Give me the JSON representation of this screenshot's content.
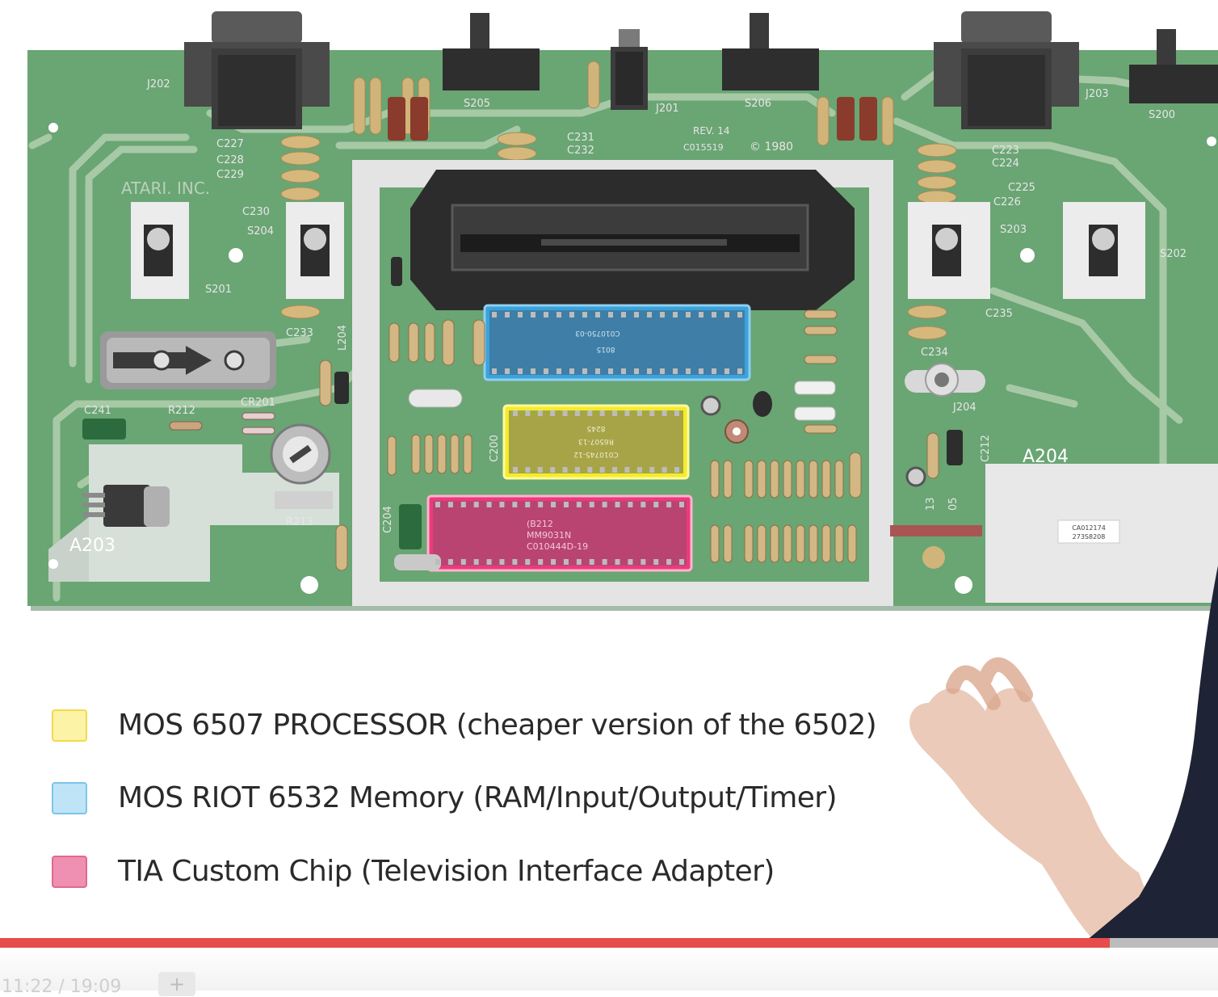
{
  "board": {
    "labels": {
      "atari": "ATARI. INC.",
      "rev": "REV. 14",
      "part": "C015519",
      "copyright": "© 1980",
      "a203": "A203",
      "a204": "A204",
      "a204_tag1": "CA012174",
      "a204_tag2": "273S8208",
      "j202": "J202",
      "j203": "J203",
      "j201": "J201",
      "s205": "S205",
      "s206": "S206",
      "s200": "S200",
      "s204": "S204",
      "s201": "S201",
      "s203": "S203",
      "s202": "S202",
      "c227": "C227",
      "c228": "C228",
      "c229": "C229",
      "c230": "C230",
      "c231": "C231",
      "c232": "C232",
      "c233": "C233",
      "c223": "C223",
      "c224": "C224",
      "c225": "C225",
      "c226": "C226",
      "c234": "C234",
      "c235": "C235",
      "c241": "C241",
      "r212": "R212",
      "cr201": "CR201",
      "r213": "R213",
      "l204": "L204",
      "c204": "C204",
      "c200": "C200",
      "j204": "J204",
      "c212": "C212",
      "v13": "13",
      "v05": "05"
    },
    "chips": {
      "riot": {
        "line1": "C010750-03",
        "line2": "8015"
      },
      "cpu": {
        "line1": "C010745-12",
        "line2": "R6507-13",
        "line3": "8245"
      },
      "tia": {
        "line1": "(B212",
        "line2": "MM9031N",
        "line3": "C010444D-19"
      }
    }
  },
  "legend": [
    {
      "label": "MOS 6507 PROCESSOR (cheaper version of the 6502)",
      "fill": "#fdf3a6",
      "stroke": "#f2d94e"
    },
    {
      "label": "MOS RIOT 6532 Memory (RAM/Input/Output/Timer)",
      "fill": "#bfe4f7",
      "stroke": "#7cc4ea"
    },
    {
      "label": "TIA Custom Chip (Television Interface Adapter)",
      "fill": "#ef8fb1",
      "stroke": "#e2688f"
    }
  ],
  "player": {
    "progress": 0.911,
    "time": "11:22 / 19:09",
    "add_label": "+"
  },
  "colors": {
    "pcb": "#6aa574",
    "trace": "#a7c9a6",
    "silk": "#e8e8e8",
    "cpu_highlight": "#f3ec2a",
    "riot_highlight": "#3ba3dc",
    "tia_highlight": "#ea3c7b",
    "progress": "#e74c4c"
  }
}
